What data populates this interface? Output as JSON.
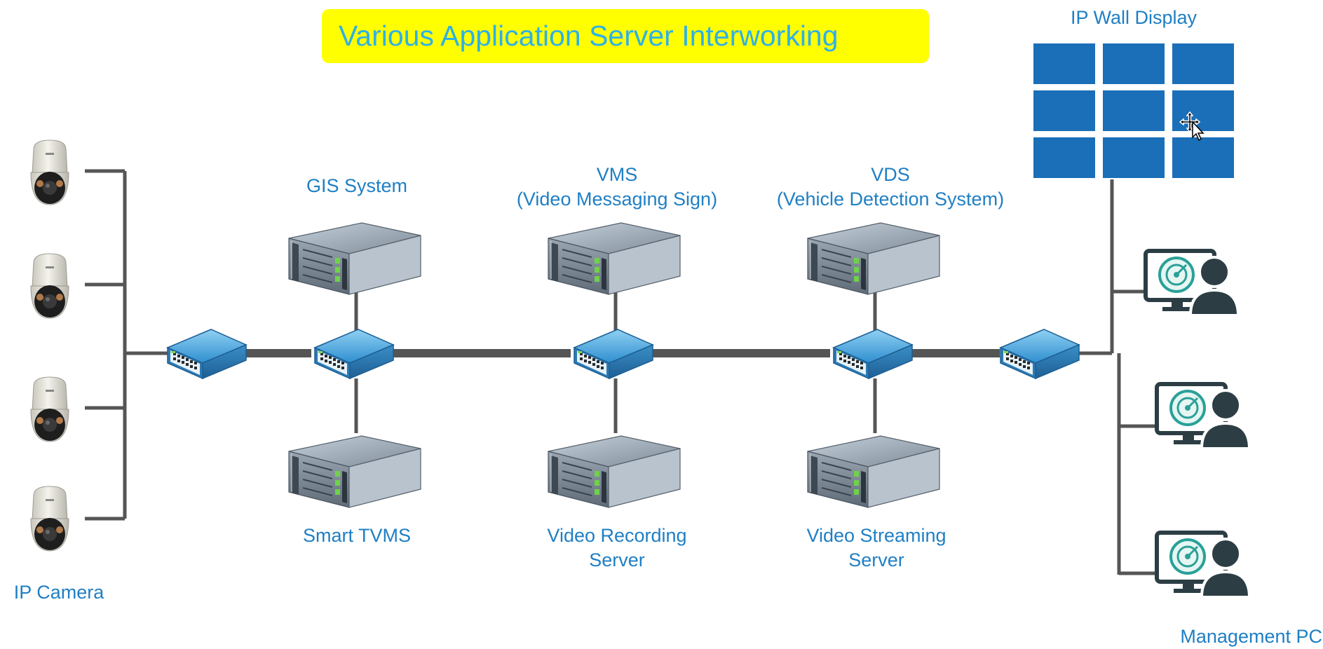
{
  "title": "Various Application Server Interworking",
  "labels": {
    "ip_camera": "IP Camera",
    "ip_wall_display": "IP Wall Display",
    "management_pc": "Management PC",
    "gis_system": "GIS System",
    "vms_line1": "VMS",
    "vms_line2": "(Video Messaging Sign)",
    "vds_line1": "VDS",
    "vds_line2": "(Vehicle Detection System)",
    "smart_tvms": "Smart TVMS",
    "recording_line1": "Video Recording",
    "recording_line2": "Server",
    "streaming_line1": "Video Streaming",
    "streaming_line2": "Server"
  },
  "colors": {
    "title_bg": "#ffff00",
    "title_text": "#2fb0e6",
    "label_text": "#1f7fc4",
    "link_line": "#555555",
    "wall_tile": "#1a6fb8",
    "switch_body": "#4aa3d8",
    "server_body": "#8a96a3",
    "operator_icon": "#2c3e44",
    "monitor_screen": "#2aa198"
  },
  "icons": {
    "camera": "ptz-camera-icon",
    "switch": "network-switch-icon",
    "server": "rack-server-icon",
    "wall": "video-wall-icon",
    "operator": "operator-workstation-icon",
    "cursor": "move-cursor-icon"
  }
}
